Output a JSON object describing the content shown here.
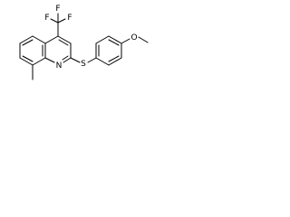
{
  "structure": {
    "atoms": {
      "fluorine_top": "F",
      "fluorine_left": "F",
      "fluorine_right": "F",
      "ring_nitrogen": "N",
      "sulfur": "S",
      "oxygen": "O"
    },
    "colors": {
      "background": "#ffffff",
      "bond": "#000000",
      "label": "#000000"
    }
  }
}
